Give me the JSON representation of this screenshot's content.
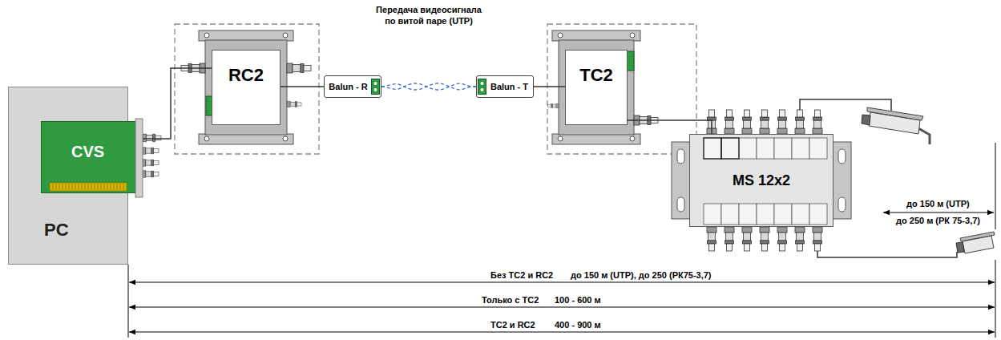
{
  "diagram": {
    "nodes": [
      {
        "text": [
          "PC"
        ]
      },
      {
        "text": [
          "CVS"
        ],
        "in": 0
      },
      {
        "text": [
          "RC2"
        ]
      },
      {
        "text": [
          "Balun - R"
        ]
      },
      {
        "text": [
          "Balun - T"
        ]
      },
      {
        "text": [
          "TC2"
        ]
      },
      {
        "text": [
          "MS 12x2"
        ]
      }
    ],
    "edges": [
      {
        "from": 1,
        "to": 2,
        "arrow": "none"
      },
      {
        "from": 2,
        "to": 3,
        "arrow": "none"
      },
      {
        "from": 3,
        "to": 4,
        "arrow": "none",
        "label": "Передача видеосигнала по витой паре (UTP)"
      },
      {
        "from": 4,
        "to": 5,
        "arrow": "none"
      },
      {
        "from": 5,
        "to": 6,
        "arrow": "none"
      }
    ],
    "labels": [
      "до 150 м (UTP)",
      "до 250 м (РК 75-3,7)",
      "Без TC2 и RC2",
      "до 150 м (UTP), до 250 (РК75-3,7)",
      "Только с TC2",
      "100 - 600 м",
      "TC2 и RC2",
      "400 - 900 м"
    ]
  }
}
